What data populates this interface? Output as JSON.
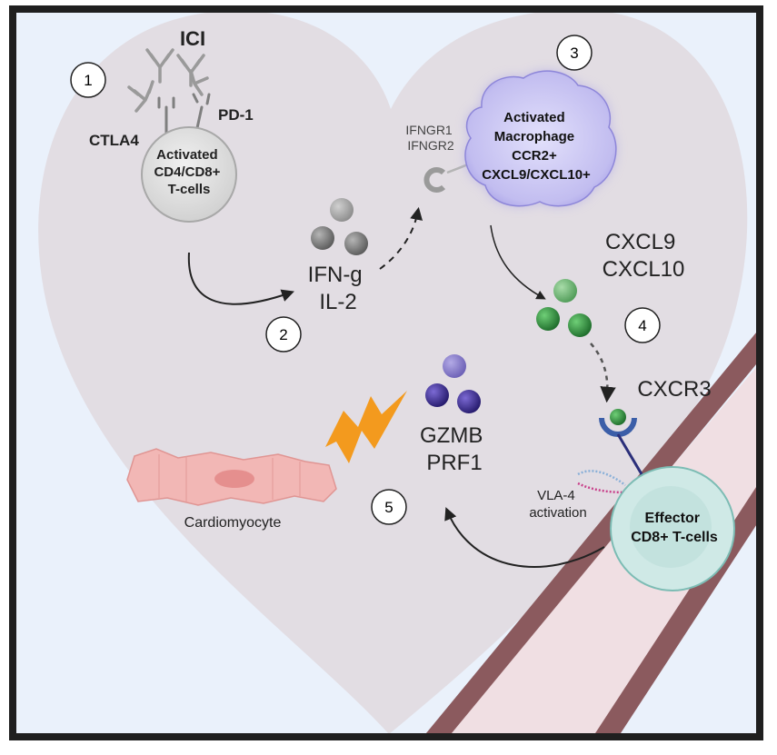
{
  "steps": [
    "1",
    "2",
    "3",
    "4",
    "5"
  ],
  "labels": {
    "ici": "ICI",
    "ctla4": "CTLA4",
    "pd1": "PD-1",
    "tcell": [
      "Activated",
      "CD4/CD8+",
      "T-cells"
    ],
    "ifngr": [
      "IFNGR1",
      "IFNGR2"
    ],
    "macrophage": [
      "Activated",
      "Macrophage",
      "CCR2+",
      "CXCL9/CXCL10+"
    ],
    "cytokines": [
      "IFN-g",
      "IL-2"
    ],
    "chemokines": [
      "CXCL9",
      "CXCL10"
    ],
    "cxcr3": "CXCR3",
    "granzymes": [
      "GZMB",
      "PRF1"
    ],
    "vla4": [
      "VLA-4",
      "activation"
    ],
    "effector": [
      "Effector",
      "CD8+ T-cells"
    ],
    "cardiomyocyte": "Cardiomyocyte"
  },
  "colors": {
    "background": "#eaf1fb",
    "heart": "#e2dde3",
    "frame": "#1f1f1f",
    "vessel_dark": "#8b5a5e",
    "vessel_light": "#f0dfe3",
    "effector_cell": "#cfe9e6",
    "effector_border": "#7cbcb4",
    "macrophage": "#c9c6f1",
    "tcell": "#e4e4e4",
    "gray_molecule": "#7a7a7a",
    "green_molecule": "#2e8b3c",
    "purple_molecule": "#3c2d8f",
    "lightning": "#f39a1e",
    "cardiomyocyte": "#f2b7b5"
  }
}
